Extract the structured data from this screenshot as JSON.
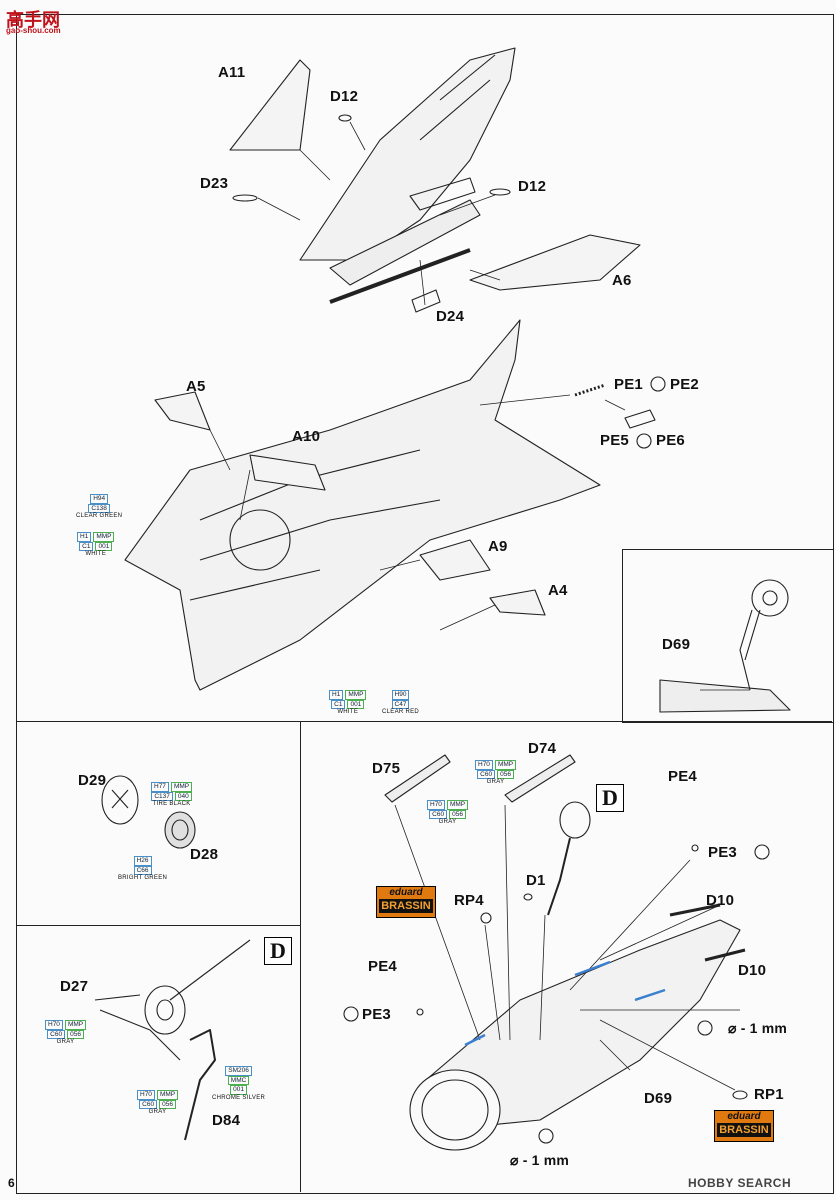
{
  "watermark_top": {
    "line1": "高手网",
    "line2": "gao-shou.com"
  },
  "watermark_bottom": "HOBBY SEARCH",
  "page_number": "6",
  "section_marker": "D",
  "brassin": {
    "top": "eduard",
    "bottom": "BRASSIN"
  },
  "parts": {
    "a11": "A11",
    "d12a": "D12",
    "d23": "D23",
    "d12b": "D12",
    "a6": "A6",
    "d24": "D24",
    "a5": "A5",
    "a10": "A10",
    "pe1pe2_a": "PE1",
    "pe1pe2_b": "PE2",
    "pe5pe6_a": "PE5",
    "pe5pe6_b": "PE6",
    "a9": "A9",
    "a4": "A4",
    "d69_inset": "D69",
    "d29": "D29",
    "d28": "D28",
    "d27": "D27",
    "d84": "D84",
    "d75": "D75",
    "d74": "D74",
    "pe4a": "PE4",
    "pe3a": "PE3",
    "rp4": "RP4",
    "d1": "D1",
    "d10a": "D10",
    "d10b": "D10",
    "pe4b": "PE4",
    "pe3b": "PE3",
    "drill1": "⌀ - 1 mm",
    "d69": "D69",
    "rp1": "RP1",
    "drill2": "⌀ - 1 mm"
  },
  "paints": {
    "clear_green": {
      "h": "H94",
      "c": "C138",
      "name": "CLEAR GREEN"
    },
    "white_top": {
      "h": "H1",
      "mmp": "MMP",
      "c": "C1",
      "code": "001",
      "name": "WHITE"
    },
    "white_bottom": {
      "h": "H1",
      "mmp": "MMP",
      "c": "C1",
      "code": "001",
      "name": "WHITE"
    },
    "clear_red": {
      "h": "H90",
      "c": "C47",
      "name": "CLEAR RED"
    },
    "tire_black": {
      "h": "H77",
      "mmp": "MMP",
      "c": "C137",
      "code": "040",
      "name": "TIRE BLACK"
    },
    "bright_green": {
      "h": "H26",
      "c": "C66",
      "name": "BRIGHT GREEN"
    },
    "gray_d27": {
      "h": "H70",
      "mmp": "MMP",
      "c": "C60",
      "code": "056",
      "name": "GRAY"
    },
    "chrome_silver": {
      "h": "SM206",
      "mmp": "MMC",
      "code": "001",
      "name": "CHROME SILVER"
    },
    "gray_d84": {
      "h": "H70",
      "mmp": "MMP",
      "c": "C60",
      "code": "056",
      "name": "GRAY"
    },
    "gray_d74": {
      "h": "H70",
      "mmp": "MMP",
      "c": "C60",
      "code": "056",
      "name": "GRAY"
    },
    "gray_d75": {
      "h": "H70",
      "mmp": "MMP",
      "c": "C60",
      "code": "056",
      "name": "GRAY"
    }
  }
}
